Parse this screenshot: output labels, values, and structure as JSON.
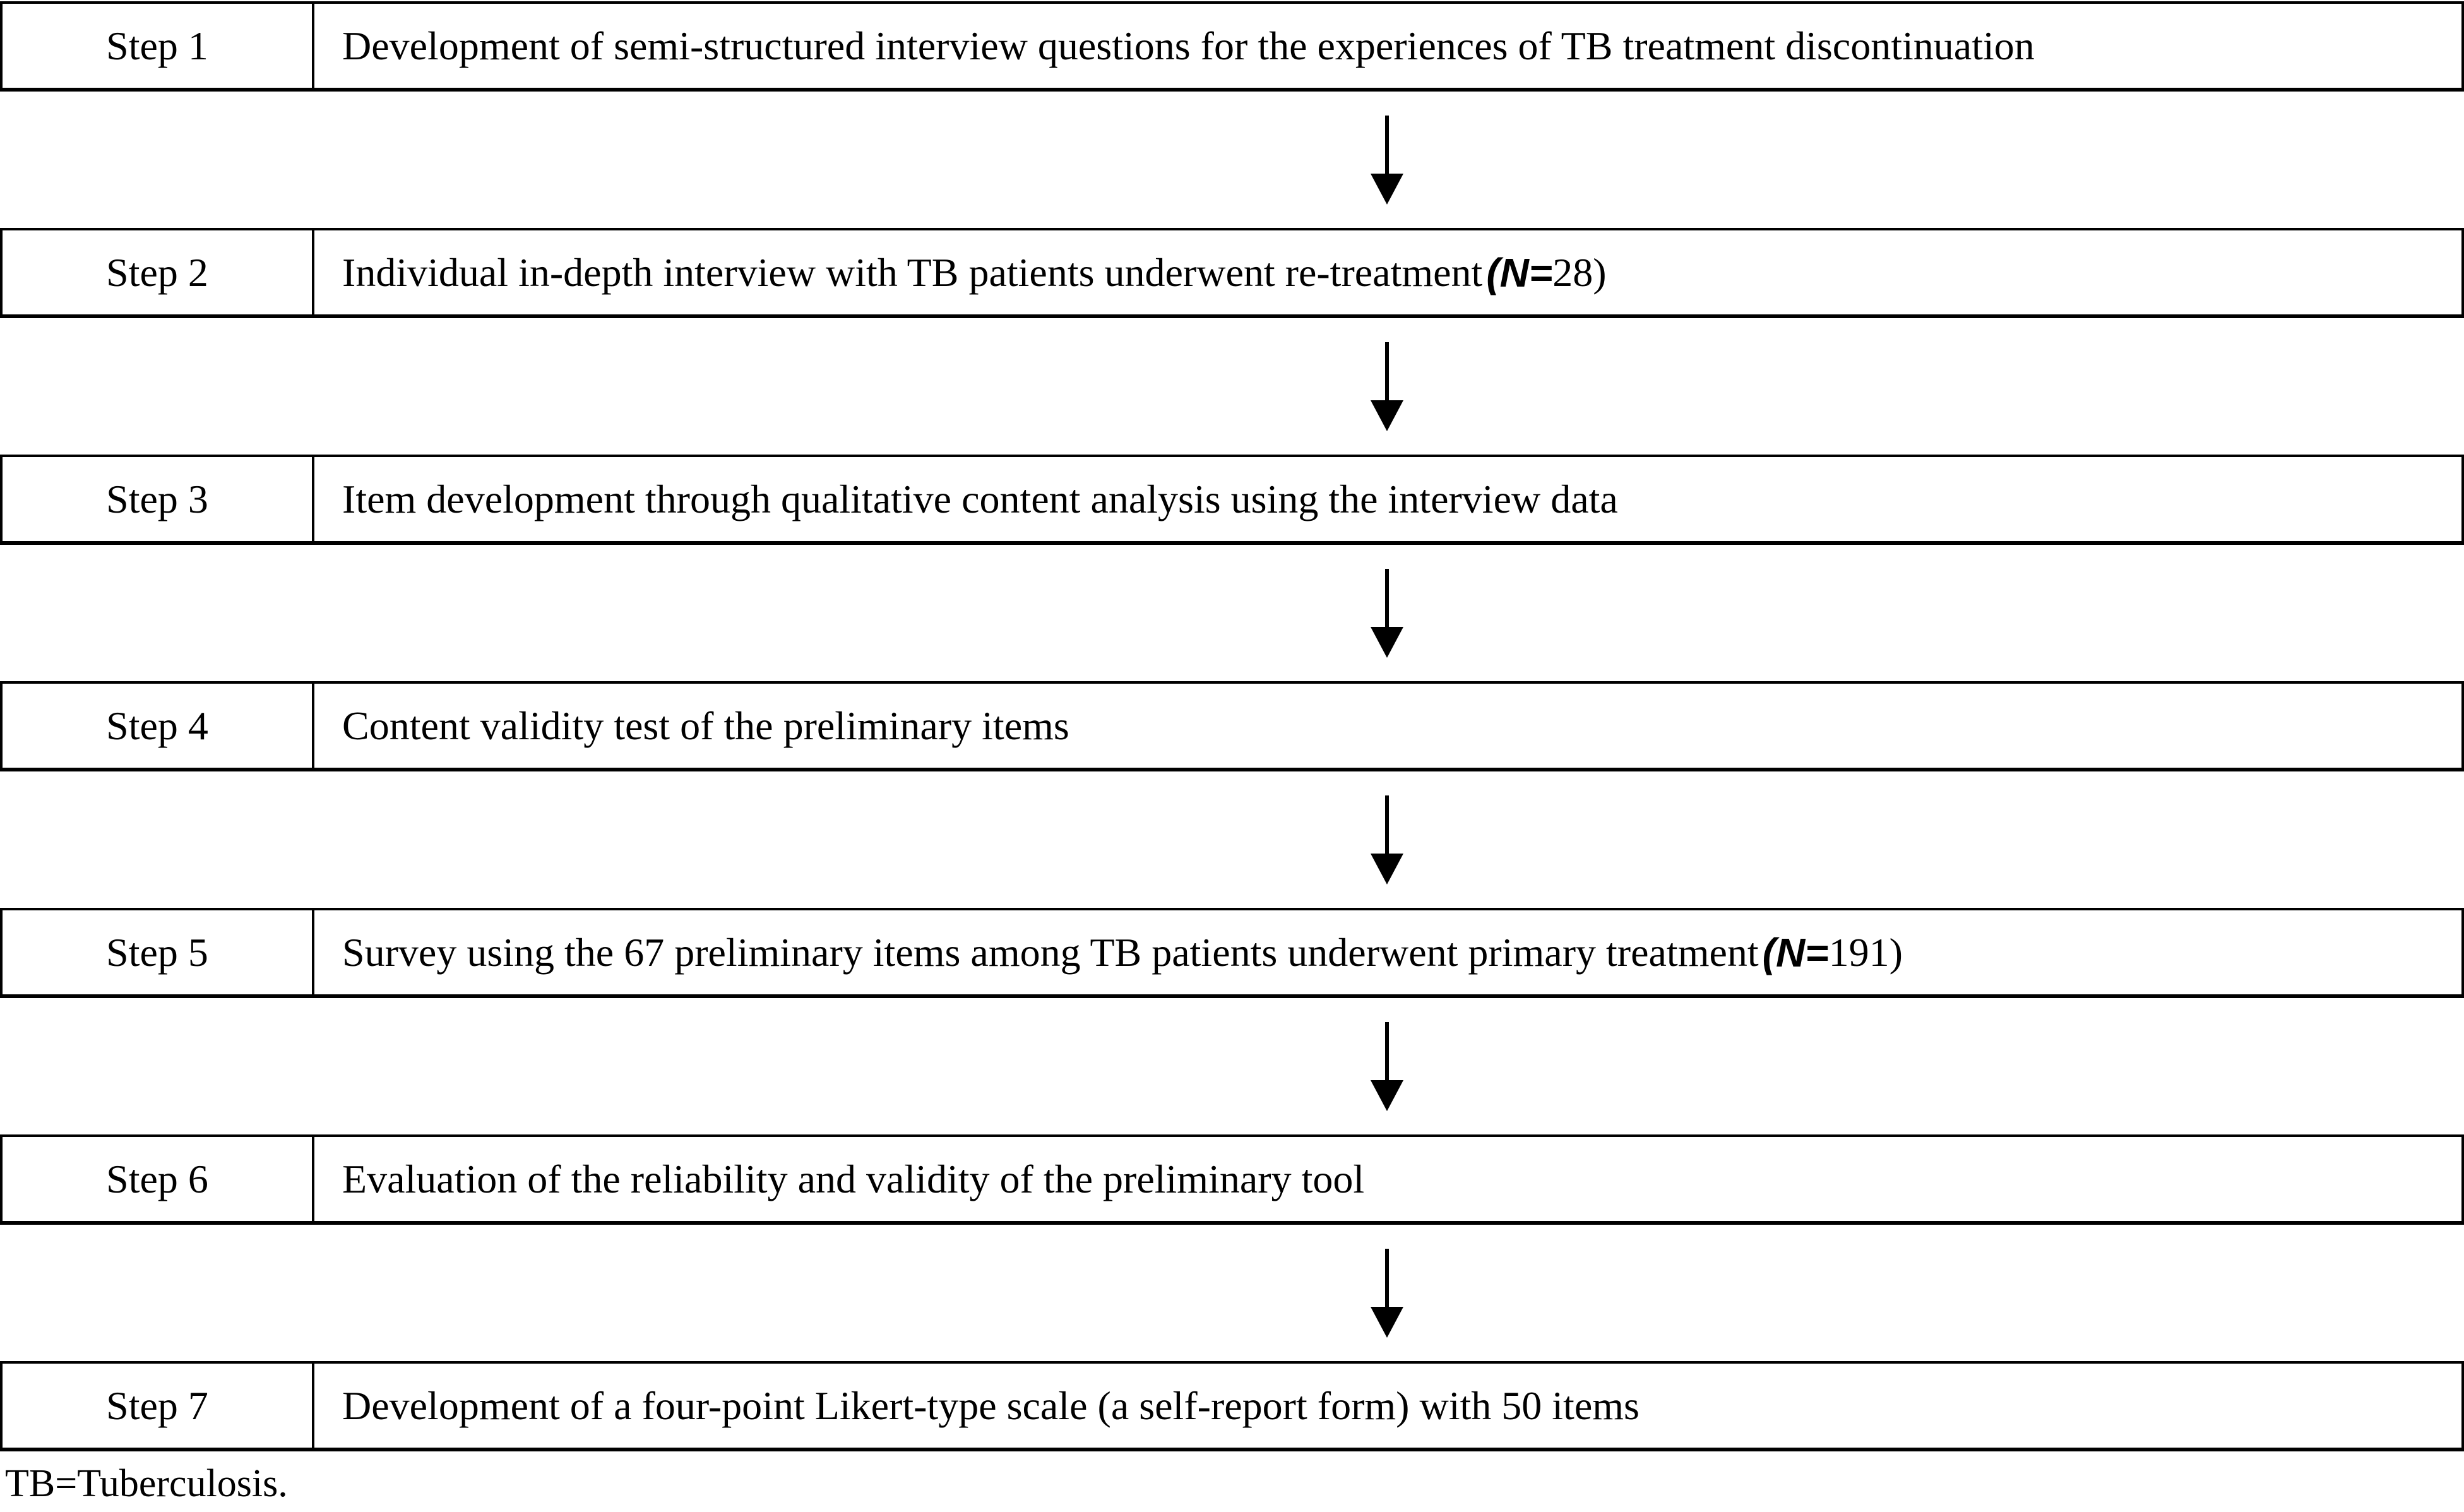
{
  "figure": {
    "steps": [
      {
        "label": "Step 1",
        "text": "Development of semi-structured interview questions for the experiences of TB treatment discontinuation",
        "n_var": "",
        "n_value": ""
      },
      {
        "label": "Step 2",
        "text": "Individual in-depth interview with TB patients underwent re-treatment",
        "n_var": "(N=",
        "n_value": "28)"
      },
      {
        "label": "Step 3",
        "text": "Item development through qualitative content analysis using the interview data",
        "n_var": "",
        "n_value": ""
      },
      {
        "label": "Step 4",
        "text": "Content validity test of the preliminary items",
        "n_var": "",
        "n_value": ""
      },
      {
        "label": "Step 5",
        "text": "Survey using the 67 preliminary items among TB patients underwent primary treatment",
        "n_var": "(N=",
        "n_value": "191)"
      },
      {
        "label": "Step 6",
        "text": "Evaluation of the reliability and validity of the preliminary tool",
        "n_var": "",
        "n_value": ""
      },
      {
        "label": "Step 7",
        "text": "Development of a four-point Likert-type scale (a self-report form) with 50 items",
        "n_var": "",
        "n_value": ""
      }
    ],
    "footnote": "TB=Tuberculosis.",
    "colors": {
      "background": "#ffffff",
      "border": "#000000",
      "text": "#000000"
    }
  }
}
